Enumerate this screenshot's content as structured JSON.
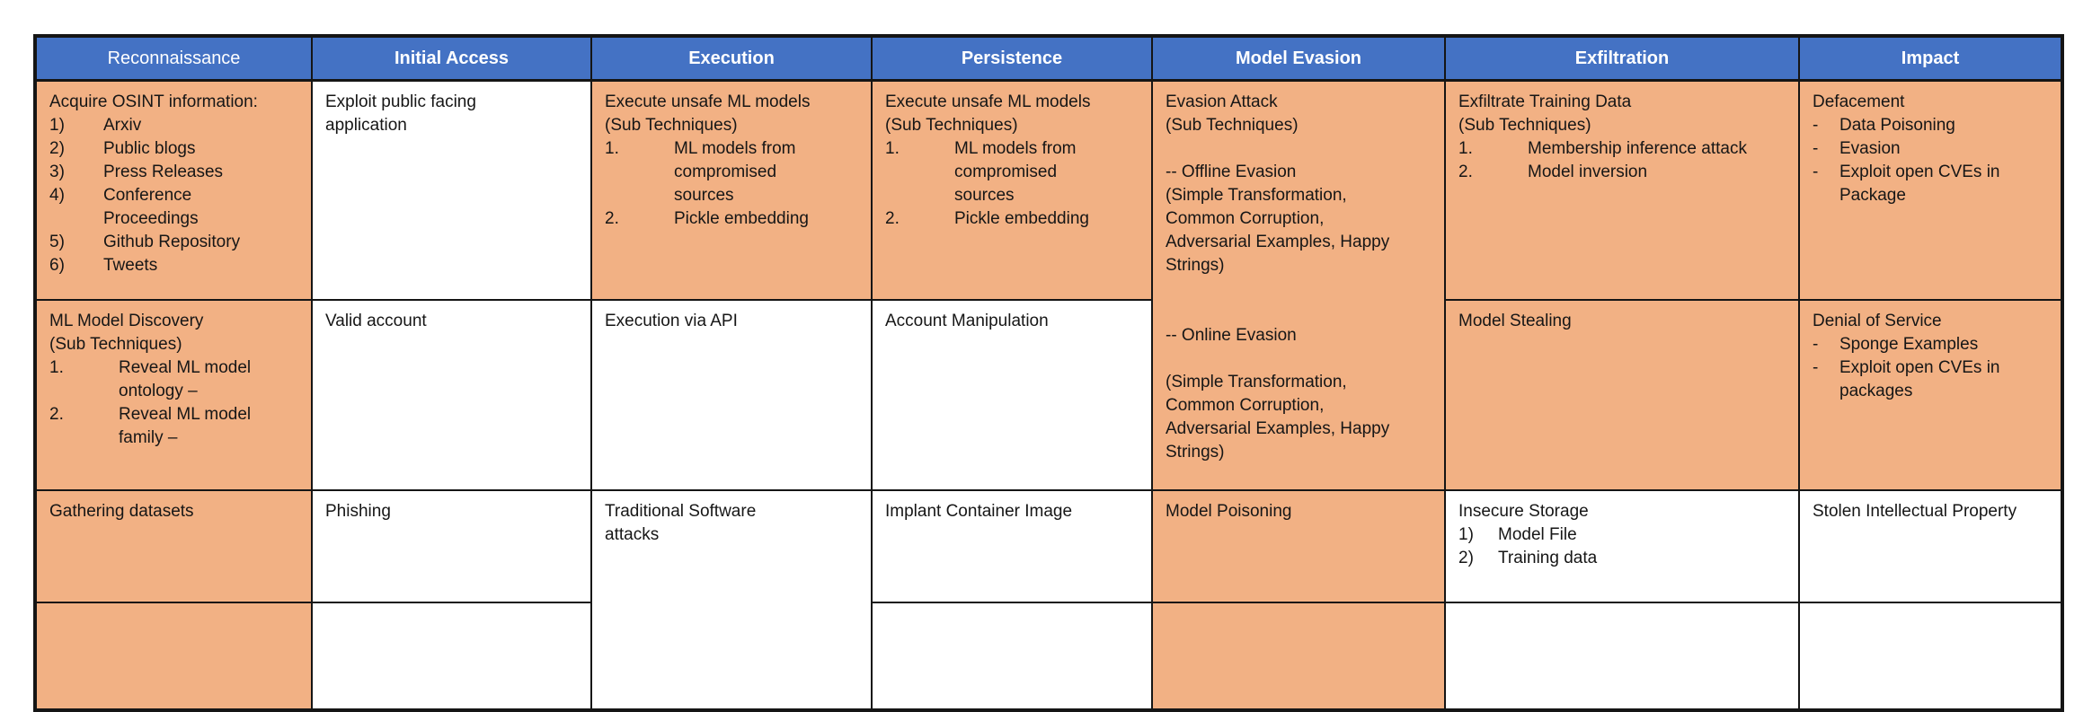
{
  "colors": {
    "header_bg": "#4472c4",
    "header_text": "#ffffff",
    "cell_orange": "#f2b184",
    "cell_white": "#ffffff",
    "border": "#151515",
    "page_bg": "#ffffff"
  },
  "headers": {
    "reconnaissance": "Reconnaissance",
    "initial_access": "Initial Access",
    "execution": "Execution",
    "persistence": "Persistence",
    "model_evasion": "Model Evasion",
    "exfiltration": "Exfiltration",
    "impact": "Impact"
  },
  "cells": {
    "recon_r1": {
      "title": "Acquire OSINT information:",
      "items": [
        {
          "n": "1)",
          "t": "Arxiv"
        },
        {
          "n": "2)",
          "t": "Public blogs"
        },
        {
          "n": "3)",
          "t": "Press Releases"
        },
        {
          "n": "4)",
          "t": "Conference\nProceedings"
        },
        {
          "n": "5)",
          "t": "Github Repository"
        },
        {
          "n": "6)",
          "t": "Tweets"
        }
      ]
    },
    "initial_access_r1": {
      "title": "Exploit public facing\napplication"
    },
    "execution_r1": {
      "title": "Execute unsafe ML models\n(Sub Techniques)",
      "items": [
        {
          "n": "1.",
          "t": "ML models from\ncompromised\nsources"
        },
        {
          "n": "2.",
          "t": "Pickle embedding"
        }
      ]
    },
    "persistence_r1": {
      "title": "Execute unsafe ML models\n(Sub Techniques)",
      "items": [
        {
          "n": "1.",
          "t": "ML models from\ncompromised\nsources"
        },
        {
          "n": "2.",
          "t": "Pickle embedding"
        }
      ]
    },
    "model_evasion_r1_r2": {
      "text": "Evasion Attack\n(Sub Techniques)\n\n-- Offline Evasion\n(Simple Transformation,\nCommon Corruption,\nAdversarial Examples, Happy\nStrings)\n\n\n-- Online Evasion\n\n(Simple Transformation,\nCommon Corruption,\nAdversarial Examples, Happy\nStrings)"
    },
    "exfiltration_r1": {
      "title": "Exfiltrate Training Data\n(Sub Techniques)",
      "items": [
        {
          "n": "1.",
          "t": "Membership inference attack"
        },
        {
          "n": "2.",
          "t": "Model inversion"
        }
      ]
    },
    "impact_r1": {
      "title": "Defacement",
      "items": [
        {
          "n": "-",
          "t": "Data Poisoning"
        },
        {
          "n": "-",
          "t": "Evasion"
        },
        {
          "n": "-",
          "t": "Exploit open CVEs in\nPackage"
        }
      ]
    },
    "recon_r2": {
      "title": "ML Model Discovery\n(Sub Techniques)",
      "items": [
        {
          "n": "1.",
          "t": "Reveal ML model\nontology –"
        },
        {
          "n": "2.",
          "t": "Reveal ML model\nfamily –"
        }
      ]
    },
    "initial_access_r2": {
      "title": "Valid account"
    },
    "execution_r2": {
      "title": "Execution via API"
    },
    "persistence_r2": {
      "title": "Account Manipulation"
    },
    "exfiltration_r2": {
      "title": "Model Stealing"
    },
    "impact_r2": {
      "title": "Denial of Service",
      "items": [
        {
          "n": "-",
          "t": "Sponge Examples"
        },
        {
          "n": "-",
          "t": "Exploit open CVEs in\npackages"
        }
      ]
    },
    "recon_r3": {
      "title": "Gathering datasets"
    },
    "initial_access_r3": {
      "title": "Phishing"
    },
    "execution_r3_r4": {
      "title": "Traditional Software\nattacks"
    },
    "persistence_r3": {
      "title": "Implant Container Image"
    },
    "model_evasion_r3": {
      "title": "Model Poisoning"
    },
    "exfiltration_r3": {
      "title": "Insecure Storage",
      "items": [
        {
          "n": "1)",
          "t": "Model File"
        },
        {
          "n": "2)",
          "t": "Training data"
        }
      ]
    },
    "impact_r3": {
      "title": "Stolen Intellectual Property"
    }
  }
}
